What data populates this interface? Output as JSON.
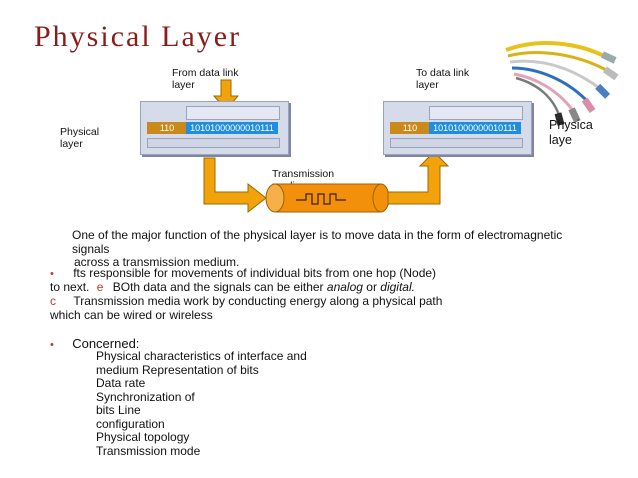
{
  "slide": {
    "title": "Physical Layer",
    "labels": {
      "from_line1": "From  data link",
      "from_line2": "layer",
      "to_line1": "To data link",
      "to_line2": "layer",
      "physical_left_1": "Physical",
      "physical_left_2": "layer",
      "physical_right_1": "Physica",
      "physical_right_2": "laye",
      "transmission_1": "Transmission",
      "transmission_2": "medium"
    },
    "frames": {
      "left_header": "110",
      "left_bits": "10101000000010111",
      "right_header": "110",
      "right_bits": "10101000000010111"
    },
    "paragraph": {
      "line1": "One of the major function of the physical layer is to move data in the form of electromagnetic",
      "line2": "signals",
      "line3": "across a transmission medium."
    },
    "bullets": {
      "b1_mark": "•",
      "b1_text": "fts responsible for movements of individual bits from one hop (Node)",
      "b1_cont_a": "to next.",
      "b1_cont_mark": "e",
      "b1_cont_b": "BOth data and the signals can be either",
      "b1_analog": "analog",
      "b1_or": "or",
      "b1_digital": "digital.",
      "b2_mark": "c",
      "b2_text": "Transmission media work by conducting energy along a physical path",
      "b2_cont": "which can be wired or wireless",
      "b3_mark": "•",
      "b3_text": "Concerned:"
    },
    "concerned": [
      "Physical characteristics of interface and",
      "medium Representation of bits",
      "Data rate",
      "Synchronization of",
      "bits Line",
      "configuration",
      "Physical topology",
      "Transmission mode"
    ]
  },
  "colors": {
    "title": "#8a1c1c",
    "arrow_fill": "#f2a20b",
    "arrow_stroke": "#9c6a00",
    "bits_fill": "#1f8de0",
    "header_fill": "#c98a1b",
    "box_fill": "#d6dbe9"
  },
  "icons": [
    "cable-bundle-icon",
    "signal-wave-icon"
  ]
}
